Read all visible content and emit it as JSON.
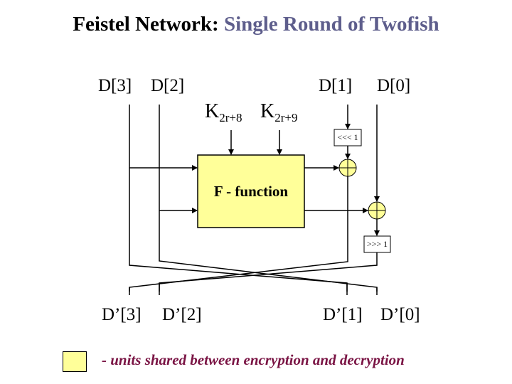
{
  "title": {
    "main": "Feistel Network:",
    "sub": "Single Round of Twofish"
  },
  "inputs": {
    "d3": "D[3]",
    "d2": "D[2]",
    "d1": "D[1]",
    "d0": "D[0]"
  },
  "keys": {
    "k8_base": "K",
    "k8_sub": "2r+8",
    "k9_base": "K",
    "k9_sub": "2r+9"
  },
  "f_function": {
    "label": "F - function"
  },
  "rotations": {
    "left": "<<< 1",
    "right": ">>> 1"
  },
  "outputs": {
    "d3": "D’[3]",
    "d2": "D’[2]",
    "d1": "D’[1]",
    "d0": "D’[0]"
  },
  "legend": {
    "text": "- units shared between encryption and decryption"
  },
  "colors": {
    "title_sub": "#5e5e8c",
    "shared_fill": "#ffff99",
    "legend_text": "#7a1444"
  }
}
